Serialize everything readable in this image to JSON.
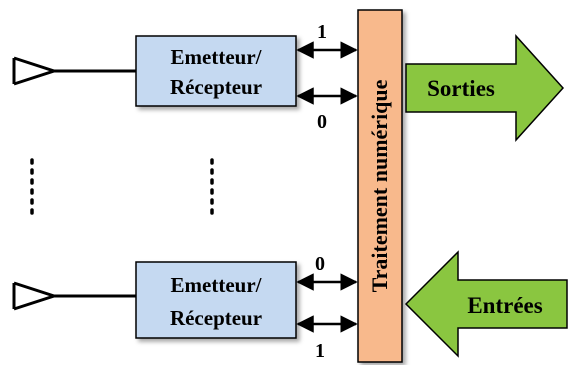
{
  "diagram": {
    "blocks": [
      {
        "id": "transceiver-top",
        "label_line1": "Emetteur/",
        "label_line2": "Récepteur"
      },
      {
        "id": "transceiver-bottom",
        "label_line1": "Emetteur/",
        "label_line2": "Récepteur"
      }
    ],
    "processing": {
      "label": "Traitement numérique"
    },
    "outputs": {
      "label": "Sorties"
    },
    "inputs": {
      "label": "Entrées"
    },
    "link_labels": {
      "top_upper": "1",
      "top_lower": "0",
      "bottom_upper": "0",
      "bottom_lower": "1"
    },
    "colors": {
      "block_fill": "#c5d9f1",
      "processing_fill": "#f8b98c",
      "arrow_fill": "#8ac640",
      "line": "#000000"
    }
  }
}
